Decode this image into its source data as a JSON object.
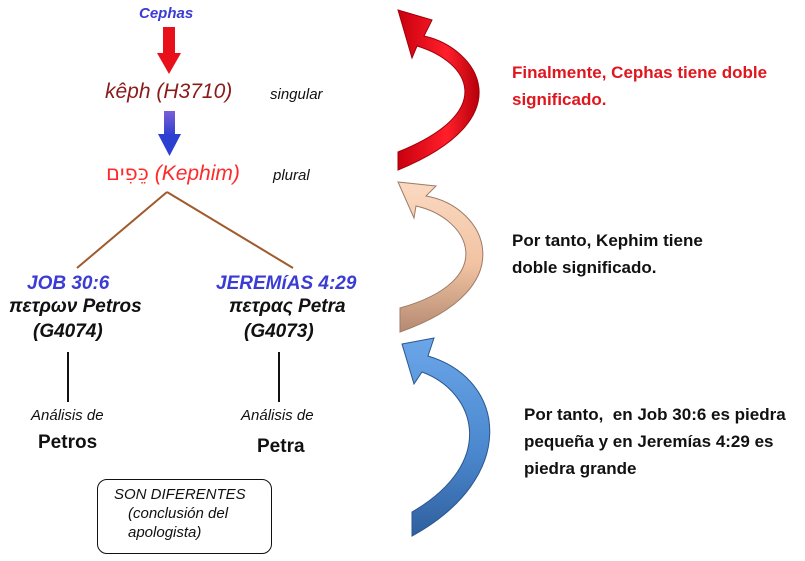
{
  "colors": {
    "cephas": "#3b3bd6",
    "keph": "#8b1a1a",
    "kephim": "#ff2a2a",
    "book_refs": "#3b3bd6",
    "red_arrow": "#e0161f",
    "peach_arrow": "#f5c8a6",
    "blue_arrow": "#3f7fc4",
    "branch_line": "#a05a2c"
  },
  "diagram": {
    "cephas": "Cephas",
    "keph": "kêph (H3710)",
    "singular": "singular",
    "kephim_hebrew": "כֵּפִים",
    "kephim": "(Kephim)",
    "plural": "plural",
    "left": {
      "ref": "JOB 30:6",
      "greek": "πετρων Petros",
      "strong": "(G4074)",
      "analysis_label": "Análisis de",
      "analysis_word": "Petros"
    },
    "right": {
      "ref": "JEREMíAS 4:29",
      "greek": "πετρας Petra",
      "strong": "(G4073)",
      "analysis_label": "Análisis de",
      "analysis_word": "Petra"
    },
    "conclusion": {
      "line1": "SON DIFERENTES",
      "line2": "(conclusión del",
      "line3": "apologista)"
    }
  },
  "notes": {
    "top_line1": "Finalmente, Cephas tiene doble",
    "top_line2": "significado.",
    "middle_line1": "Por tanto, Kephim tiene",
    "middle_line2": "doble significado.",
    "bottom_line1": "Por tanto,  en Job 30:6 es piedra",
    "bottom_line2": "pequeña y en Jeremías 4:29 es",
    "bottom_line3": "piedra grande"
  }
}
